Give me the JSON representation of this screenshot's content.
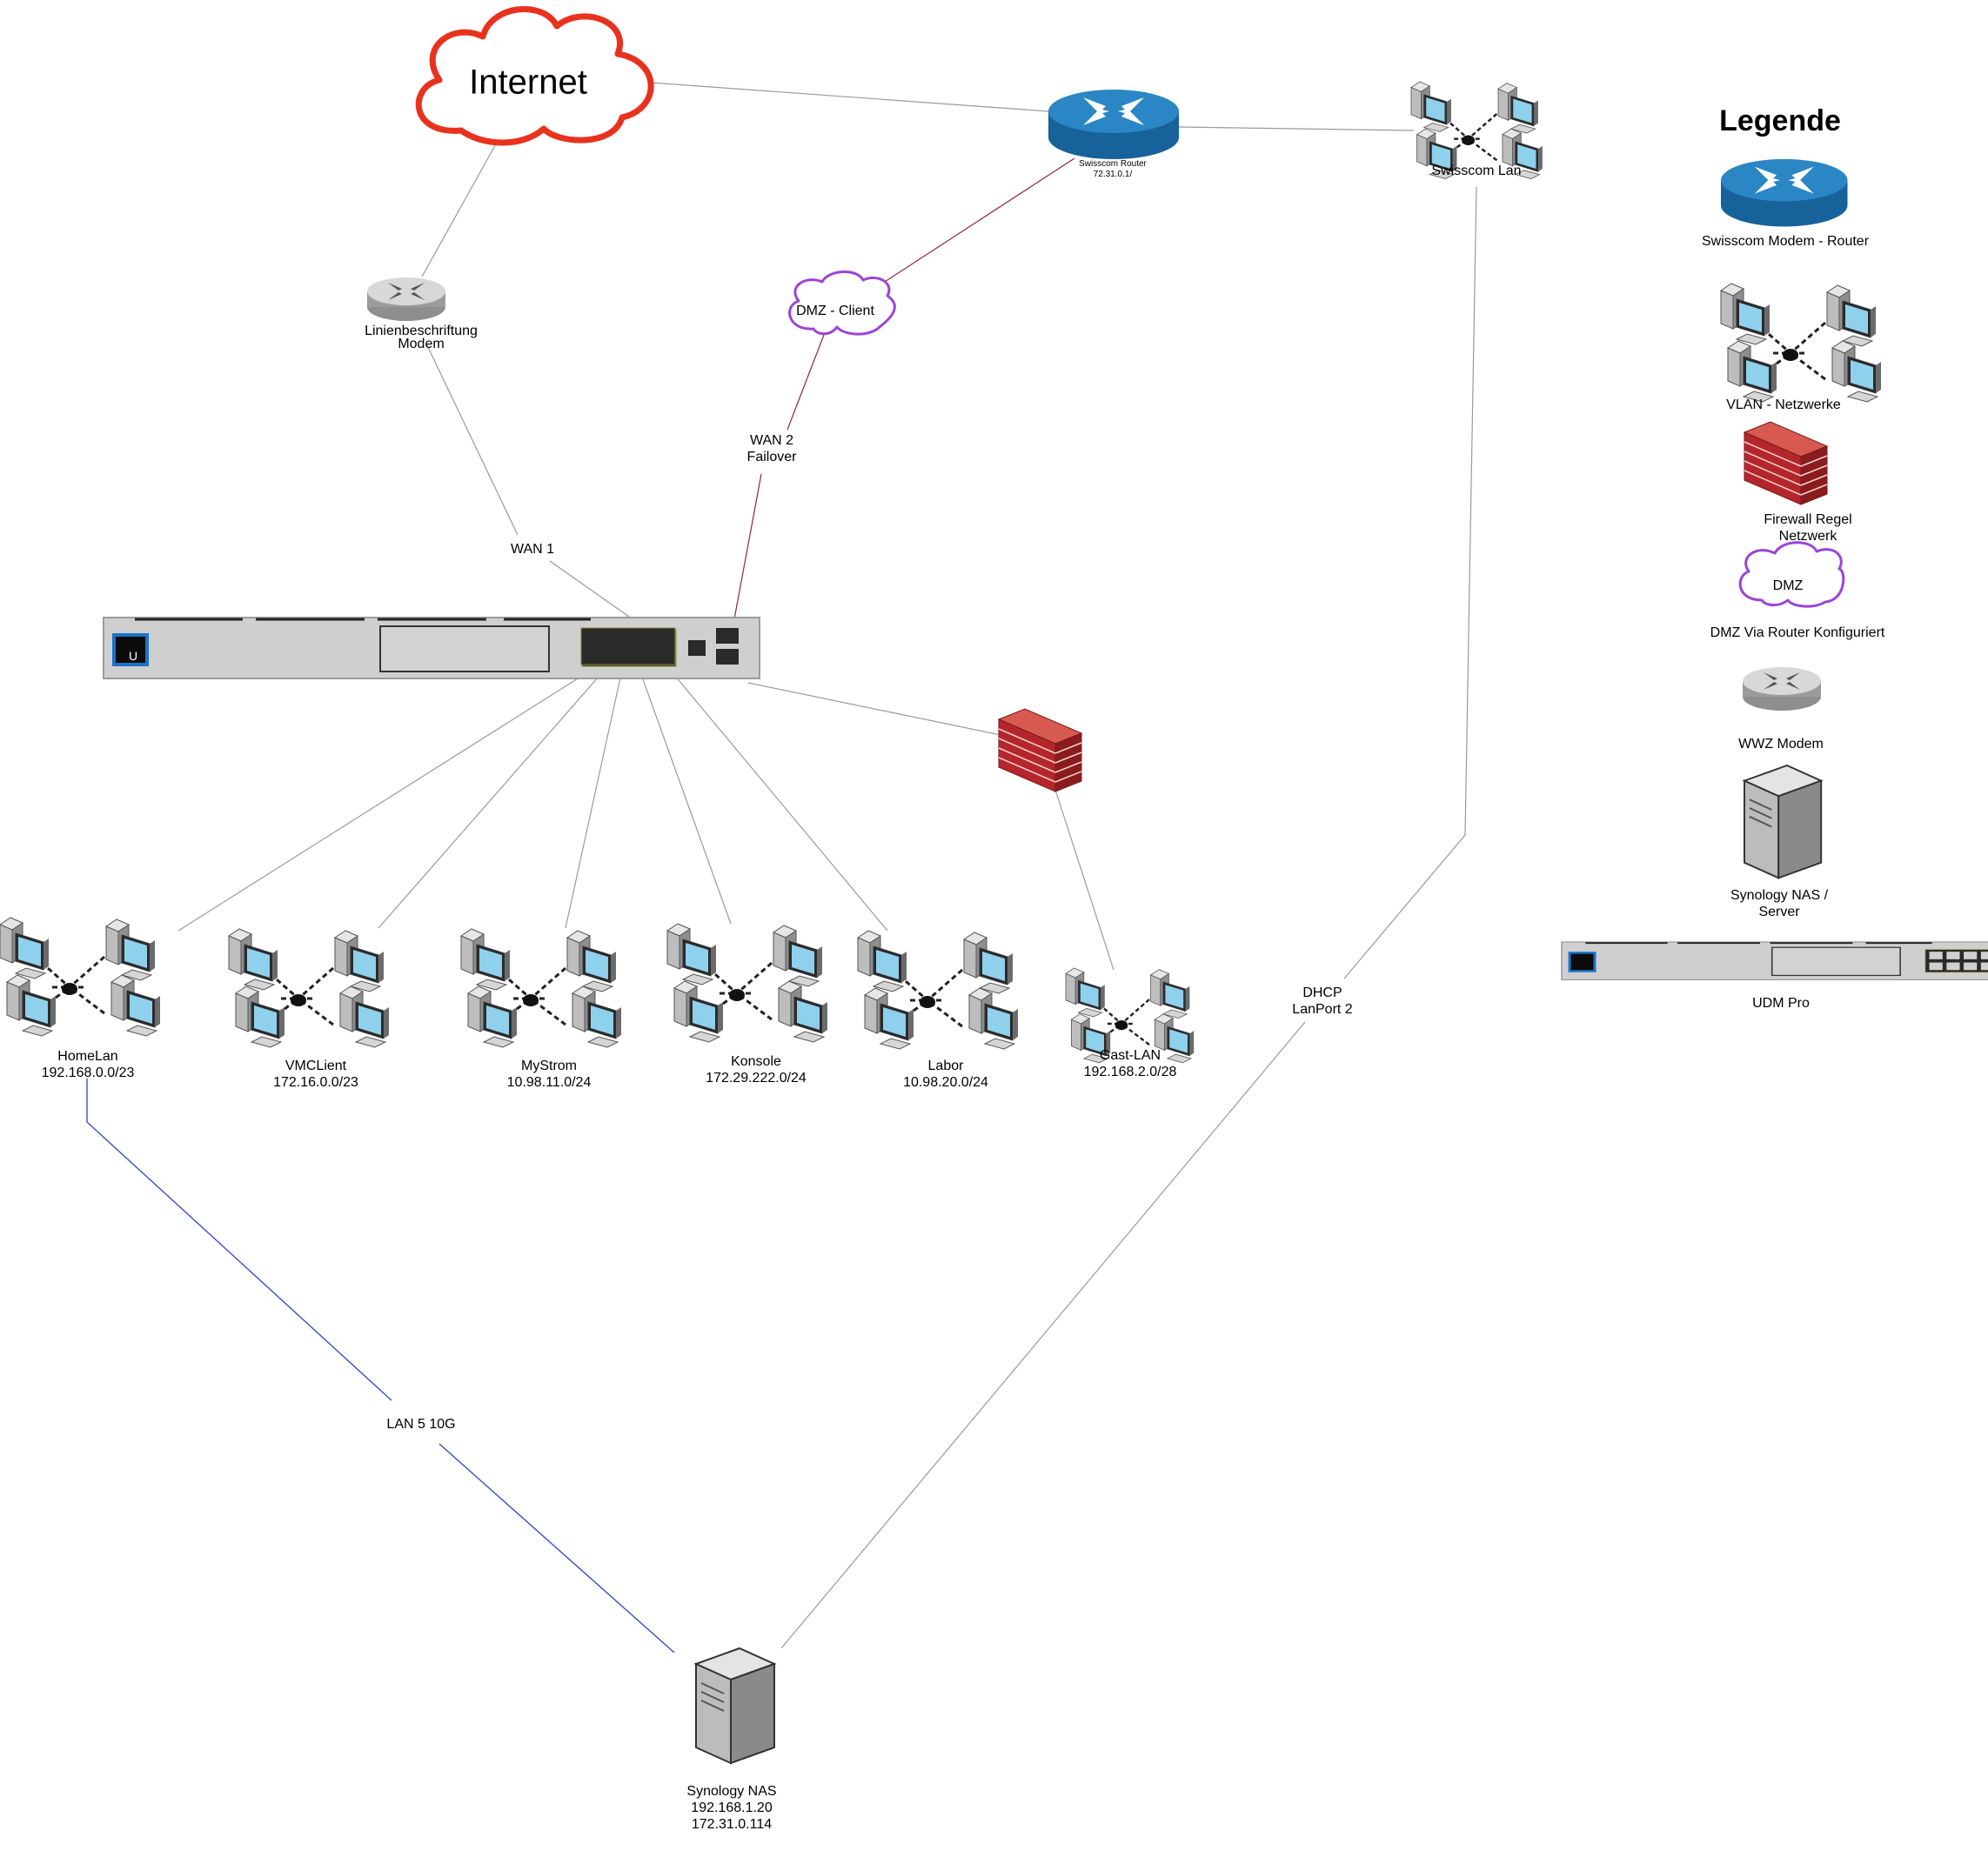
{
  "internet": {
    "label": "Internet"
  },
  "swisscom_router": {
    "name": "Swisscom Router",
    "ip": "72.31.0.1/"
  },
  "swisscom_lan": {
    "label": "Swisscom Lan"
  },
  "wwz_modem": {
    "label_line1": "Linienbeschriftung",
    "label_line2": "Modem"
  },
  "dmz_client": {
    "label": "DMZ - Client"
  },
  "links": {
    "wan1": "WAN 1",
    "wan2_line1": "WAN 2",
    "wan2_line2": "Failover",
    "dhcp_line1": "DHCP",
    "dhcp_line2": "LanPort 2",
    "lan5": "LAN 5 10G"
  },
  "udm": {
    "logo": "U"
  },
  "networks": [
    {
      "name": "HomeLan",
      "subnet": "192.168.0.0/23"
    },
    {
      "name": "VMCLient",
      "subnet": "172.16.0.0/23"
    },
    {
      "name": "MyStrom",
      "subnet": "10.98.11.0/24"
    },
    {
      "name": "Konsole",
      "subnet": "172.29.222.0/24"
    },
    {
      "name": "Labor",
      "subnet": "10.98.20.0/24"
    },
    {
      "name": "Gast-LAN",
      "subnet": "192.168.2.0/28"
    }
  ],
  "nas": {
    "name": "Synology NAS",
    "ip1": "192.168.1.20",
    "ip2": "172.31.0.114"
  },
  "legend": {
    "title": "Legende",
    "router": "Swisscom Modem - Router",
    "vlan": "VLAN - Netzwerke",
    "firewall_line1": "Firewall Regel",
    "firewall_line2": "Netzwerk",
    "dmz_icon": "DMZ",
    "dmz": "DMZ Via Router Konfiguriert",
    "modem": "WWZ Modem",
    "nas_line1": "Synology NAS /",
    "nas_line2": "Server",
    "udm": "UDM Pro"
  },
  "colors": {
    "internet_cloud": "#e8321e",
    "dmz_cloud": "#9b44d6",
    "router_blue": "#1b6ea4",
    "link_gray": "#9a9a9a",
    "link_red": "#8b2a3a",
    "link_blue": "#3a4ec4",
    "firewall_brick": "#b5262c",
    "udm_body": "#cfcfcf"
  }
}
